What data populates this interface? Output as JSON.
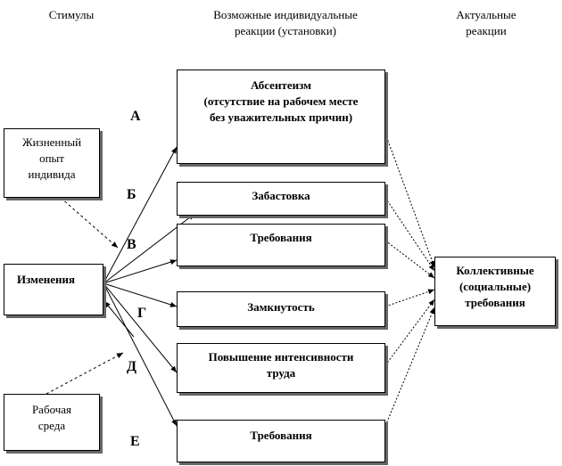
{
  "headers": {
    "stimuli": "Стимулы",
    "possible": "Возможные индивидуальные\nреакции (установки)",
    "actual": "Актуальные\nреакции"
  },
  "stimuli": {
    "life_experience": "Жизненный\nопыт\nиндивида",
    "changes": "Изменения",
    "work_env": "Рабочая\nсреда"
  },
  "reactions": [
    {
      "letter": "А",
      "label": "Абсентеизм\n(отсутствие на рабочем месте\nбез уважительных причин)"
    },
    {
      "letter": "Б",
      "label": "Забастовка"
    },
    {
      "letter": "В",
      "label": "Требования"
    },
    {
      "letter": "Г",
      "label": "Замкнутость"
    },
    {
      "letter": "Д",
      "label": "Повышение интенсивности\nтруда"
    },
    {
      "letter": "Е",
      "label": "Требования"
    }
  ],
  "actual_reaction": "Коллективные\n(социальные)\nтребования"
}
